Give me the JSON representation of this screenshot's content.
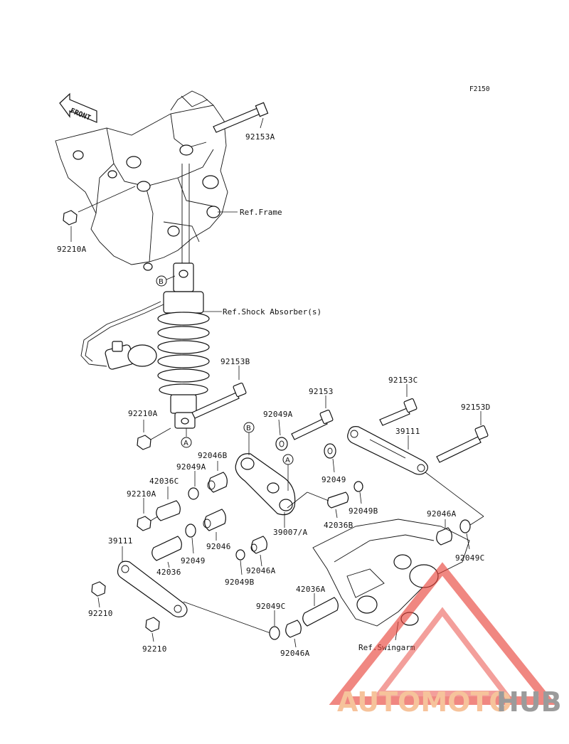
{
  "diagram_code": "F2150",
  "front_label": "FRONT",
  "references": {
    "frame": "Ref.Frame",
    "shock": "Ref.Shock Absorber(s)",
    "swingarm": "Ref.Swingarm"
  },
  "circle_markers": {
    "b_top": "B",
    "a_top": "A",
    "b_mid": "B",
    "a_mid": "A"
  },
  "parts": {
    "p92153A": "92153A",
    "p92210A_top": "92210A",
    "p92153B": "92153B",
    "p92210A_mid": "92210A",
    "p92153": "92153",
    "p92153C": "92153C",
    "p92153D": "92153D",
    "p92049A_right": "92049A",
    "p39111_right": "39111",
    "p92046B": "92046B",
    "p92049A_left": "92049A",
    "p42036C": "42036C",
    "p92210A_low": "92210A",
    "p92049": "92049",
    "p92049B_right": "92049B",
    "p42036B": "42036B",
    "p39007A": "39007/A",
    "p92046A_right": "92046A",
    "p92049C_right": "92049C",
    "p39111_left": "39111",
    "p92046": "92046",
    "p92049_left": "92049",
    "p42036": "42036",
    "p92046A_mid": "92046A",
    "p92049B_mid": "92049B",
    "p92210_a": "92210",
    "p42036A": "42036A",
    "p92049C_low": "92049C",
    "p92046A_low": "92046A",
    "p92210_b": "92210"
  },
  "watermark": {
    "part1": "AUTOMOTO",
    "part2": "HUB",
    "color1": "#f5b98a",
    "color2": "#8a8a8a",
    "logo_color": "#e8433a"
  }
}
